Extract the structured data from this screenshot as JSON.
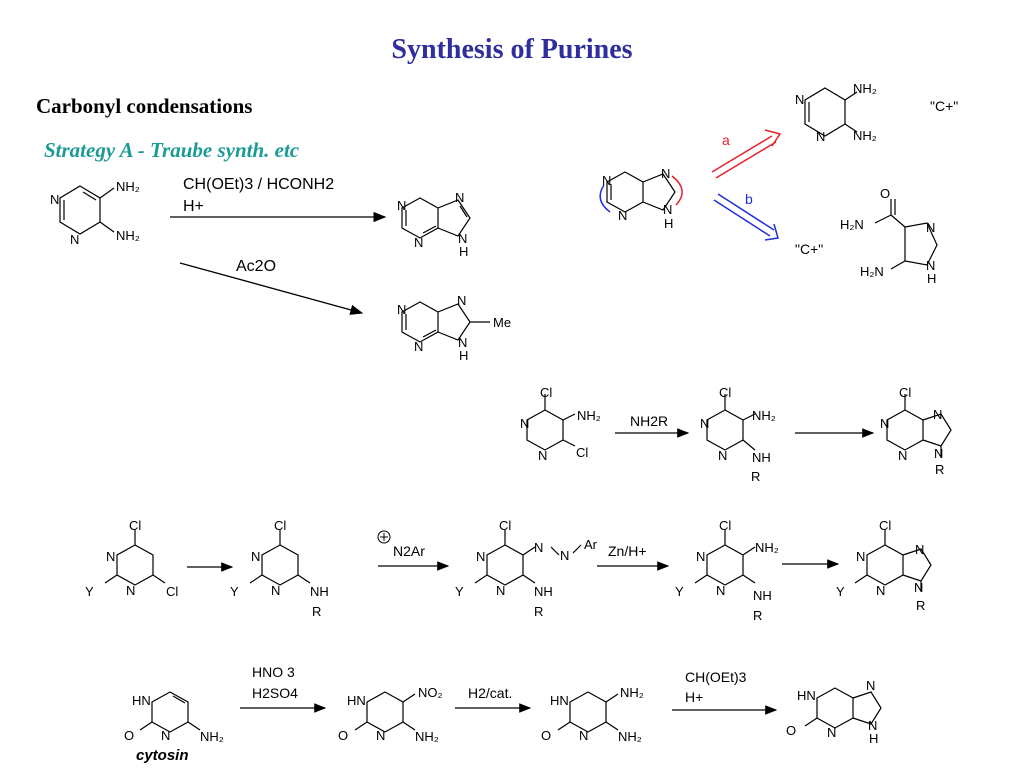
{
  "title": "Synthesis of Purines",
  "subtitle": "Carbonyl condensations",
  "strategy": "Strategy A - Traube synth. etc",
  "top_scheme": {
    "reagent1_line1": "CH(OEt)3 / HCONH2",
    "reagent1_line2": "H+",
    "reagent2": "Ac2O",
    "methyl_label": "Me"
  },
  "retro": {
    "label_a": "a",
    "label_b": "b",
    "synthon": "\"C+\""
  },
  "row2": {
    "reagent": "NH2R",
    "substituent": "R"
  },
  "row3": {
    "reagent_diazo": "N2Ar",
    "reagent_reduce": "Zn/H+",
    "aryl": "Ar",
    "y_group": "Y"
  },
  "row4": {
    "reagent_nitration_1": "HNO 3",
    "reagent_nitration_2": "H2SO4",
    "reagent_hydrogenation": "H2/cat.",
    "reagent_cyclize_1": "CH(OEt)3",
    "reagent_cyclize_2": "H+",
    "start_name": "cytosin"
  },
  "colors": {
    "title": "#2e2e9e",
    "strategy": "#1c9a96",
    "path_a": "#e8202a",
    "path_b": "#1f2fd6"
  }
}
